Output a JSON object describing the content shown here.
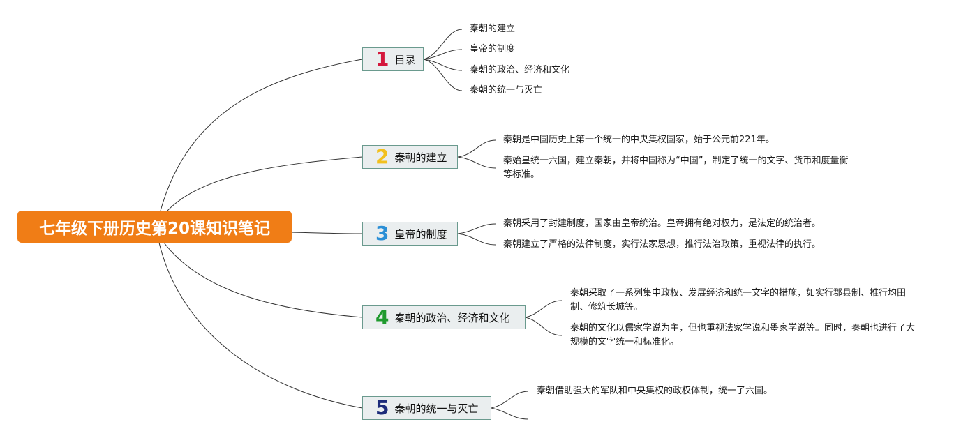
{
  "root": {
    "title": "七年级下册历史第20课知识笔记",
    "color": "#f07d16"
  },
  "branches": [
    {
      "number": "1",
      "number_color": "#d4173c",
      "label": "目录",
      "items": [
        "秦朝的建立",
        "皇帝的制度",
        "秦朝的政治、经济和文化",
        "秦朝的统一与灭亡"
      ]
    },
    {
      "number": "2",
      "number_color": "#f2c01e",
      "label": "秦朝的建立",
      "items": [
        "秦朝是中国历史上第一个统一的中央集权国家，始于公元前221年。",
        "秦始皇统一六国，建立秦朝，并将中国称为“中国”，制定了统一的文字、货币和度量衡等标准。"
      ]
    },
    {
      "number": "3",
      "number_color": "#2b8fd6",
      "label": "皇帝的制度",
      "items": [
        "秦朝采用了封建制度，国家由皇帝统治。皇帝拥有绝对权力，是法定的统治者。",
        "秦朝建立了严格的法律制度，实行法家思想，推行法治政策，重视法律的执行。"
      ]
    },
    {
      "number": "4",
      "number_color": "#1f9a2e",
      "label": "秦朝的政治、经济和文化",
      "items": [
        "秦朝采取了一系列集中政权、发展经济和统一文字的措施，如实行郡县制、推行均田制、修筑长城等。",
        "秦朝的文化以儒家学说为主，但也重视法家学说和墨家学说等。同时，秦朝也进行了大规模的文字统一和标准化。"
      ]
    },
    {
      "number": "5",
      "number_color": "#1c2b7a",
      "label": "秦朝的统一与灭亡",
      "items": [
        "秦朝借助强大的军队和中央集权的政权体制，统一了六国。",
        ""
      ]
    }
  ]
}
